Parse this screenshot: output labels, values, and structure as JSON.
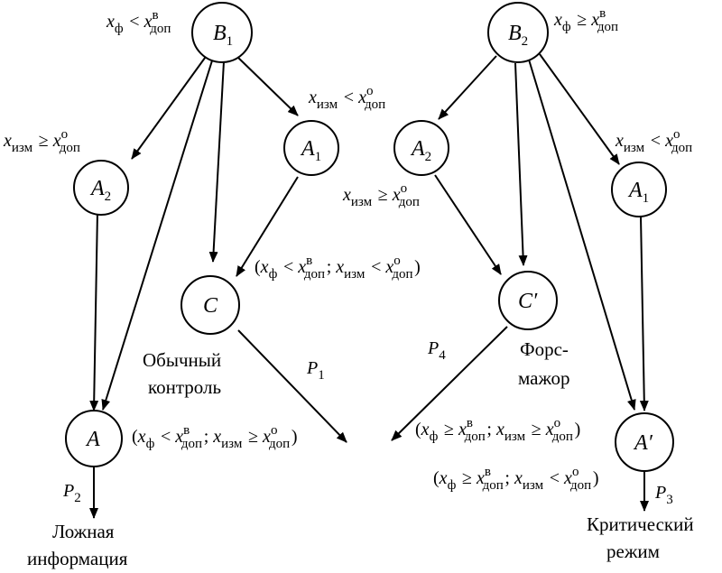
{
  "nodes": {
    "b1": {
      "label": "B",
      "sub": "1"
    },
    "b2": {
      "label": "B",
      "sub": "2"
    },
    "a2_left": {
      "label": "A",
      "sub": "2"
    },
    "a1_left": {
      "label": "A",
      "sub": "1"
    },
    "c": {
      "label": "C",
      "sub": ""
    },
    "a": {
      "label": "A",
      "sub": ""
    },
    "a2_right": {
      "label": "A",
      "sub": "2"
    },
    "c_prime": {
      "label": "C′",
      "sub": ""
    },
    "a1_right": {
      "label": "A",
      "sub": "1"
    },
    "a_prime": {
      "label": "A′",
      "sub": ""
    }
  },
  "conditions": {
    "b1": "xф < xвдоп",
    "b2": "xф ≥ xвдоп",
    "a2_left": "xизм ≥ xодоп",
    "a1_left": "xизм < xодоп",
    "a2_right": "xизм ≥ xодоп",
    "a1_right": "xизм < xодоп",
    "c_pair": "(xф < xвдоп ; xизм < xодоп)",
    "a_pair": "(xф < xвдоп ; xизм ≥ xодоп)",
    "cprime_pair": "(xф ≥ xвдоп; xизм ≥ xодоп)",
    "aprime_pair": "(xф ≥ xвдоп; xизм < xодоп)"
  },
  "probabilities": {
    "p1": {
      "label": "P",
      "sub": "1"
    },
    "p2": {
      "label": "P",
      "sub": "2"
    },
    "p3": {
      "label": "P",
      "sub": "3"
    },
    "p4": {
      "label": "P",
      "sub": "4"
    }
  },
  "captions": {
    "normal_line1": "Обычный",
    "normal_line2": "контроль",
    "force_line1": "Форс-",
    "force_line2": "мажор",
    "false_line1": "Ложная",
    "false_line2": "информация",
    "critical_line1": "Критический",
    "critical_line2": "режим"
  },
  "symbols": {
    "x": "x",
    "f": "ф",
    "izm": "изм",
    "sup_v": "в",
    "sup_o": "о",
    "dop": "доп",
    "lt": "<",
    "ge": "≥",
    "open": "(",
    "close": ")",
    "semi": ";"
  }
}
